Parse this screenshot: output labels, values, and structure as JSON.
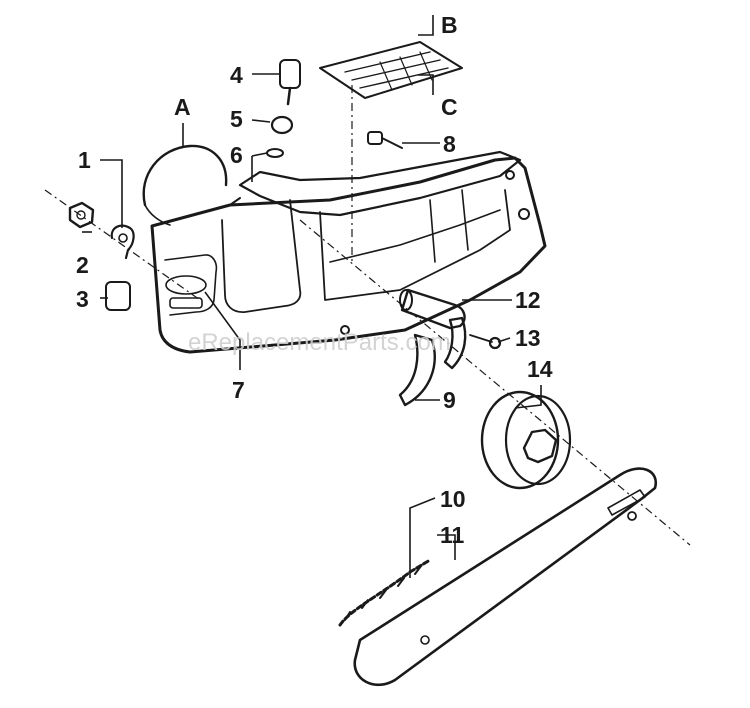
{
  "callouts": {
    "A": "A",
    "B": "B",
    "C": "C",
    "n1": "1",
    "n2": "2",
    "n3": "3",
    "n4": "4",
    "n5": "5",
    "n6": "6",
    "n7": "7",
    "n8": "8",
    "n9": "9",
    "n10": "10",
    "n11": "11",
    "n12": "12",
    "n13": "13",
    "n14": "14"
  },
  "watermark": "eReplacementParts.com",
  "colors": {
    "ink": "#1a1a1a",
    "paper": "#ffffff",
    "watermark": "#cfcfcf"
  }
}
